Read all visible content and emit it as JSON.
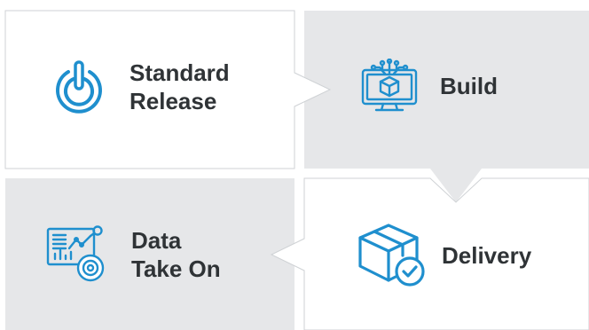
{
  "colors": {
    "accent": "#1f8fce",
    "gray_panel": "#e6e7e9",
    "border": "#cfd2d5",
    "text": "#2f3336"
  },
  "steps": [
    {
      "label_lines": [
        "Standard",
        "Release"
      ],
      "icon": "power-icon"
    },
    {
      "label_lines": [
        "Build"
      ],
      "icon": "computer-chip-icon"
    },
    {
      "label_lines": [
        "Data",
        "Take On"
      ],
      "icon": "data-analytics-icon"
    },
    {
      "label_lines": [
        "Delivery"
      ],
      "icon": "package-check-icon"
    }
  ]
}
